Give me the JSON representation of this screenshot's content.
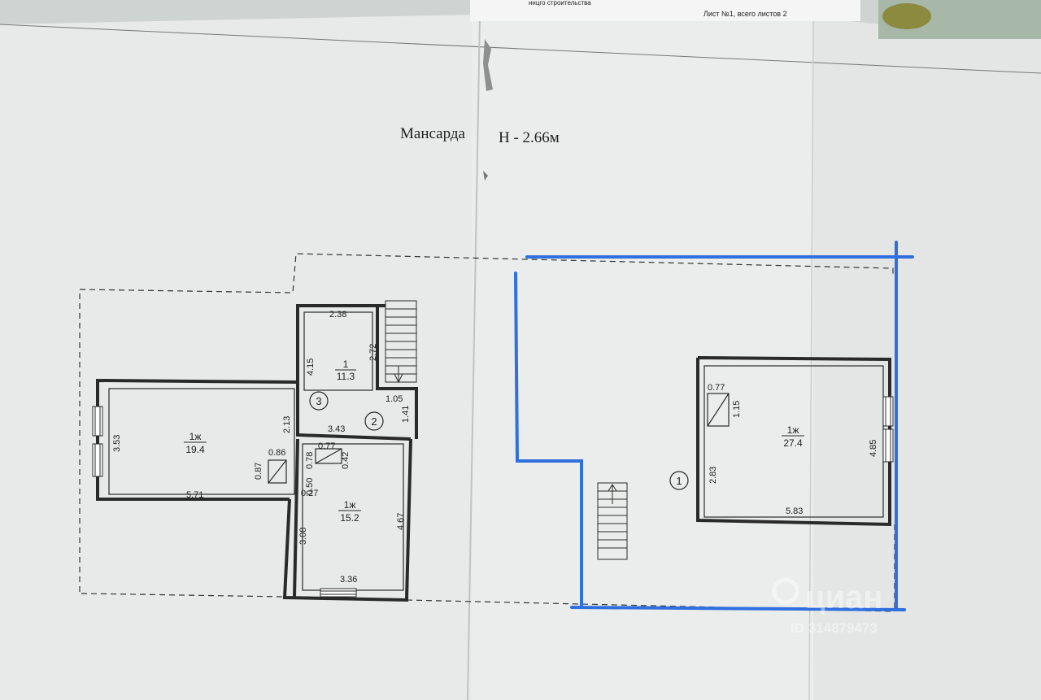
{
  "header": {
    "strip_text": "ннцго строительства",
    "sheet_text": "Лист №1, всего листов 2"
  },
  "plan": {
    "title": "Мансарда",
    "height_label": "H - 2.66м"
  },
  "rooms": [
    {
      "number": "1",
      "area": "11.3"
    },
    {
      "number": "1ж",
      "area": "19.4"
    },
    {
      "number": "1ж",
      "area": "15.2"
    },
    {
      "number": "1ж",
      "area": "27.4"
    }
  ],
  "markers": [
    "1",
    "2",
    "3"
  ],
  "dimensions": {
    "d_238": "2.38",
    "d_272": "2.72",
    "d_415": "4.15",
    "d_105": "1.05",
    "d_141": "1.41",
    "d_213": "2.13",
    "d_343": "3.43",
    "d_353": "3.53",
    "d_571": "5.71",
    "d_086": "0.86",
    "d_087": "0.87",
    "d_077a": "0.77",
    "d_042": "0.42",
    "d_078": "0.78",
    "d_050": "0.50",
    "d_027": "0.27",
    "d_467": "4.67",
    "d_308": "3.08",
    "d_336": "3.36",
    "d_077b": "0.77",
    "d_115": "1.15",
    "d_485": "4.85",
    "d_283": "2.83",
    "d_583": "5.83"
  },
  "watermark": {
    "brand": "циан",
    "id": "ID 314879473"
  },
  "colors": {
    "paper": "#e8ebe9",
    "ink": "#2a2a2a",
    "highlight": "#2f6fe0"
  }
}
